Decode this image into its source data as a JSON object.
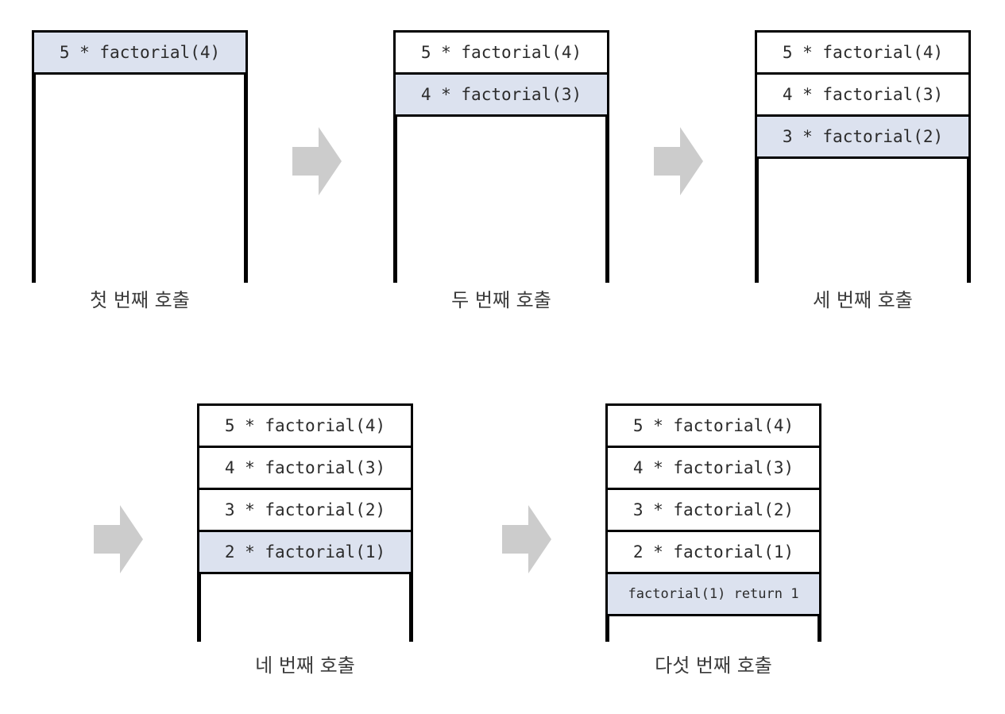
{
  "diagram": {
    "title": "Recursive factorial call stack progression",
    "highlight_color": "#dce2ef",
    "frame_border_color": "#000000",
    "arrow_color": "#cccccc",
    "background": "#ffffff"
  },
  "stacks": [
    {
      "id": "stack-1",
      "label": "첫 번째 호출",
      "frames": [
        {
          "text": "5 * factorial(4)",
          "highlighted": true,
          "small": false
        }
      ]
    },
    {
      "id": "stack-2",
      "label": "두 번째 호출",
      "frames": [
        {
          "text": "5 * factorial(4)",
          "highlighted": false,
          "small": false
        },
        {
          "text": "4 * factorial(3)",
          "highlighted": true,
          "small": false
        }
      ]
    },
    {
      "id": "stack-3",
      "label": "세 번째 호출",
      "frames": [
        {
          "text": "5 * factorial(4)",
          "highlighted": false,
          "small": false
        },
        {
          "text": "4 * factorial(3)",
          "highlighted": false,
          "small": false
        },
        {
          "text": "3 * factorial(2)",
          "highlighted": true,
          "small": false
        }
      ]
    },
    {
      "id": "stack-4",
      "label": "네 번째 호출",
      "frames": [
        {
          "text": "5 * factorial(4)",
          "highlighted": false,
          "small": false
        },
        {
          "text": "4 * factorial(3)",
          "highlighted": false,
          "small": false
        },
        {
          "text": "3 * factorial(2)",
          "highlighted": false,
          "small": false
        },
        {
          "text": "2 * factorial(1)",
          "highlighted": true,
          "small": false
        }
      ]
    },
    {
      "id": "stack-5",
      "label": "다섯 번째 호출",
      "frames": [
        {
          "text": "5 * factorial(4)",
          "highlighted": false,
          "small": false
        },
        {
          "text": "4 * factorial(3)",
          "highlighted": false,
          "small": false
        },
        {
          "text": "3 * factorial(2)",
          "highlighted": false,
          "small": false
        },
        {
          "text": "2 * factorial(1)",
          "highlighted": false,
          "small": false
        },
        {
          "text": "factorial(1) return 1",
          "highlighted": true,
          "small": true
        }
      ]
    }
  ],
  "arrows": [
    {
      "id": "arrow-1-to-2",
      "from": "stack-1",
      "to": "stack-2"
    },
    {
      "id": "arrow-2-to-3",
      "from": "stack-2",
      "to": "stack-3"
    },
    {
      "id": "arrow-3-to-4",
      "from": "stack-3",
      "to": "stack-4"
    },
    {
      "id": "arrow-4-to-5",
      "from": "stack-4",
      "to": "stack-5"
    }
  ]
}
